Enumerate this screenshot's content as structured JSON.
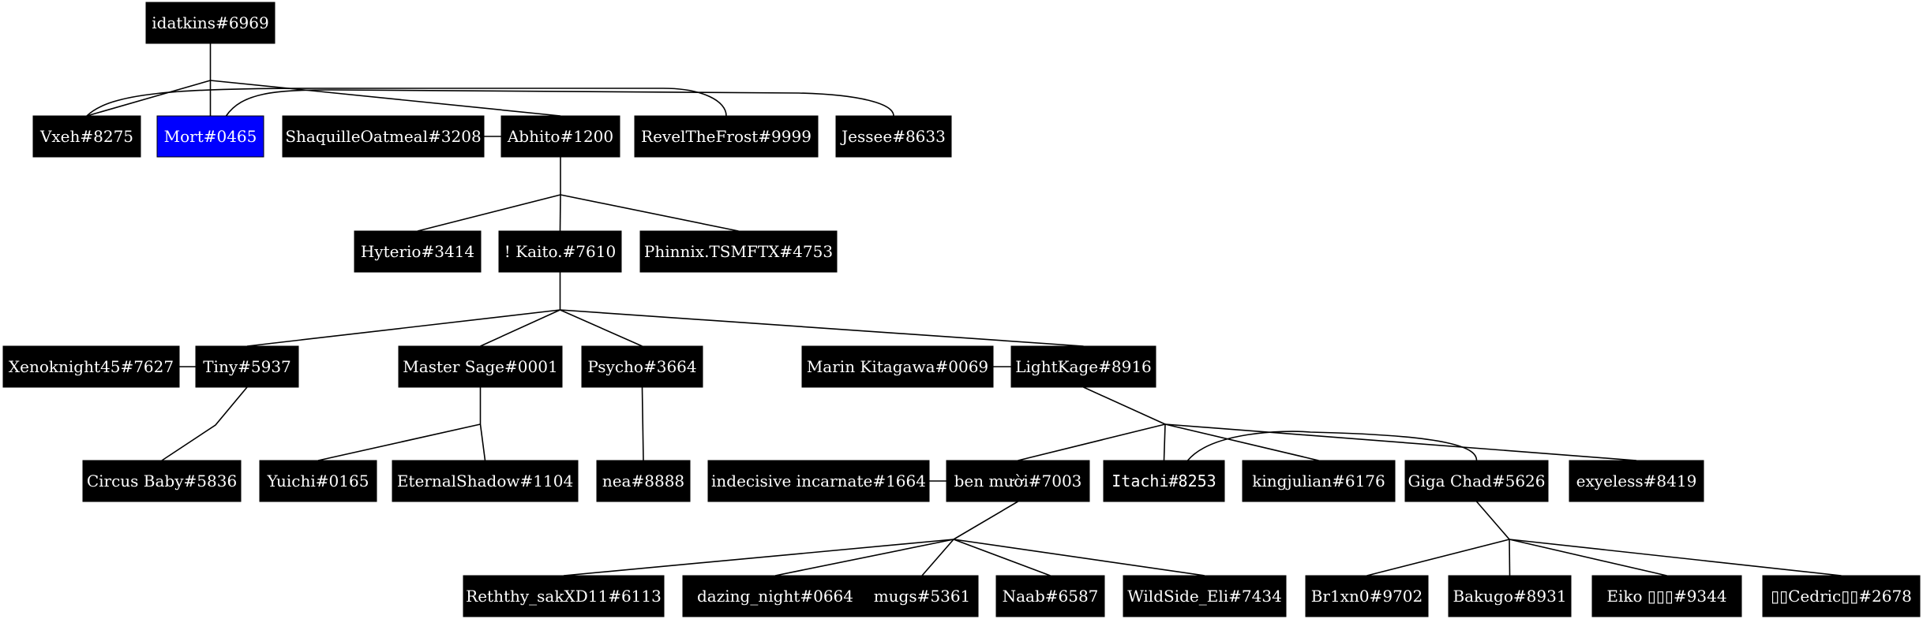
{
  "colors": {
    "node_fill": "#000000",
    "node_text": "#ffffff",
    "highlight_fill": "#0000ff",
    "edge": "#000000"
  },
  "nodes": [
    {
      "id": "idatkins",
      "label": "idatkins#6969"
    },
    {
      "id": "vxeh",
      "label": "Vxeh#8275"
    },
    {
      "id": "mort",
      "label": "Mort#0465",
      "highlight": true
    },
    {
      "id": "shaquille",
      "label": "ShaquilleOatmeal#3208"
    },
    {
      "id": "abhito",
      "label": "Abhito#1200"
    },
    {
      "id": "revel",
      "label": "RevelTheFrost#9999"
    },
    {
      "id": "jessee",
      "label": "Jessee#8633"
    },
    {
      "id": "hyterio",
      "label": "Hyterio#3414"
    },
    {
      "id": "kaito",
      "label": "! Kaito.#7610"
    },
    {
      "id": "phinnix",
      "label": "Phinnix.TSMFTX#4753"
    },
    {
      "id": "xenoknight",
      "label": "Xenoknight45#7627"
    },
    {
      "id": "tiny",
      "label": "Tiny#5937"
    },
    {
      "id": "mastersage",
      "label": "Master Sage#0001"
    },
    {
      "id": "psycho",
      "label": "Psycho#3664"
    },
    {
      "id": "marin",
      "label": "Marin Kitagawa#0069"
    },
    {
      "id": "lightkage",
      "label": "LightKage#8916"
    },
    {
      "id": "circusbaby",
      "label": "Circus Baby#5836"
    },
    {
      "id": "yuichi",
      "label": "Yuichi#0165"
    },
    {
      "id": "eternal",
      "label": "EternalShadow#1104"
    },
    {
      "id": "nea",
      "label": "nea#8888"
    },
    {
      "id": "indecisive",
      "label": "indecisive incarnate#1664"
    },
    {
      "id": "benmuoi",
      "label": "ben mười#7003"
    },
    {
      "id": "itachi",
      "label": "Itachi#8253",
      "mono": true
    },
    {
      "id": "kingjulian",
      "label": "kingjulian#6176"
    },
    {
      "id": "gigachad",
      "label": "Giga Chad#5626"
    },
    {
      "id": "exyeless",
      "label": "exyeless#8419"
    },
    {
      "id": "reththy",
      "label": "Reththy_sakXD11#6113"
    },
    {
      "id": "dazing",
      "label": "dazing_night#0664"
    },
    {
      "id": "mugs",
      "label": "mugs#5361"
    },
    {
      "id": "naab",
      "label": "Naab#6587"
    },
    {
      "id": "wildside",
      "label": "WildSide_Eli#7434"
    },
    {
      "id": "br1xn0",
      "label": "Br1xn0#9702"
    },
    {
      "id": "bakugo",
      "label": "Bakugo#8931"
    },
    {
      "id": "eiko",
      "label": "Eiko ▯▯▯#9344"
    },
    {
      "id": "cedric",
      "label": "▯▯Cedric▯▯#2678"
    }
  ]
}
